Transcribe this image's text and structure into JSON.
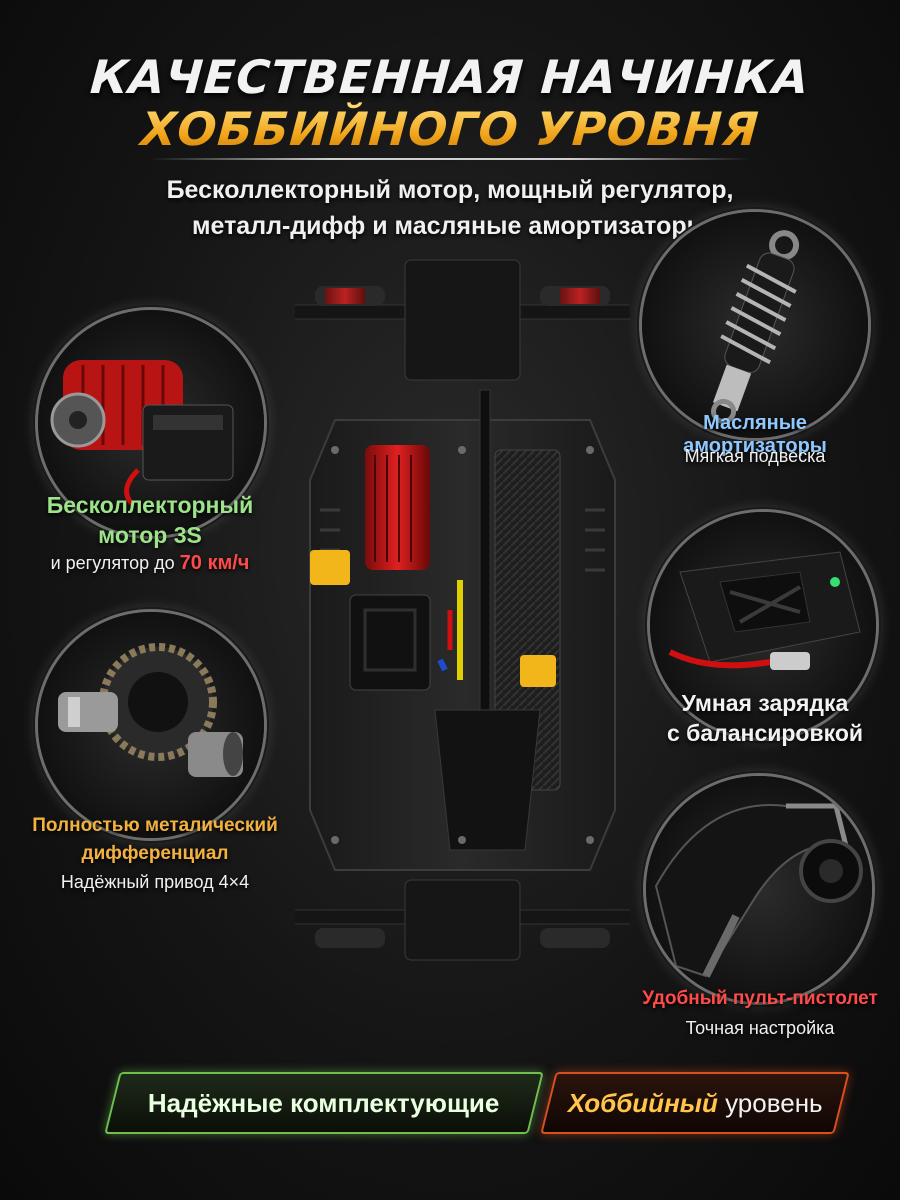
{
  "header": {
    "title_line1": "КАЧЕСТВЕННАЯ НАЧИНКА",
    "title_line2": "ХОББИЙНОГО УРОВНЯ",
    "subtitle_line1": "Бесколлекторный мотор, мощный регулятор,",
    "subtitle_line2": "металл-дифф и масляные амортизаторы"
  },
  "features": {
    "motor": {
      "title_line1": "Бесколлекторный",
      "title_line2": "мотор 3S",
      "sub_prefix": "и регулятор до ",
      "sub_speed": "70 км/ч"
    },
    "differential": {
      "title_line1": "Полностью металический",
      "title_line2": "дифференциал",
      "sub": "Надёжный привод 4×4"
    },
    "shocks": {
      "title": "Масляные амортизаторы",
      "sub": "Мягкая подвеска"
    },
    "charger": {
      "title_line1": "Умная зарядка",
      "title_line2": "с балансировкой"
    },
    "remote": {
      "title": "Удобный пульт-пистолет",
      "sub": "Точная настройка"
    }
  },
  "badges": {
    "left": "Надёжные комплектующие",
    "right_accent": "Хоббийный",
    "right_rest": " уровень"
  },
  "colors": {
    "gold": "#f3b13f",
    "green": "#9de38a",
    "blue": "#8fc8ff",
    "red": "#ff4a4a"
  }
}
